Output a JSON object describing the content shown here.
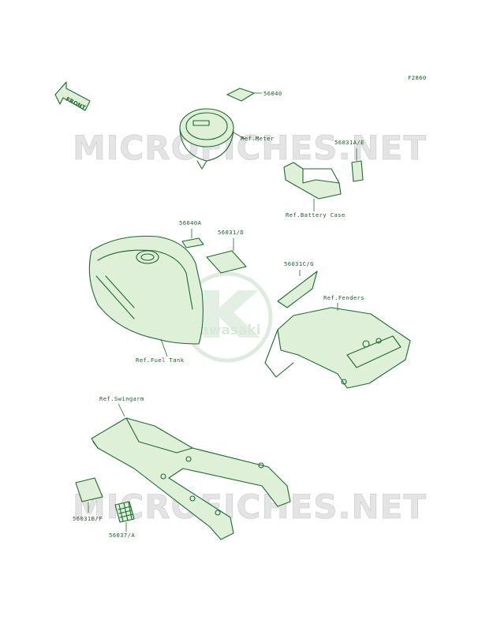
{
  "figure_code": "F2860",
  "front_label": "FRONT",
  "watermark": "MICROFICHES.NET",
  "brand": "Kawasaki",
  "parts": {
    "p56040": "56040",
    "ref_meter": "Ref.Meter",
    "p56031a_e": "56031A/E",
    "ref_battery_case": "Ref.Battery Case",
    "p56040a": "56040A",
    "p56031d": "56031/D",
    "p56031c_g": "56031C/G",
    "ref_fenders": "Ref.Fenders",
    "ref_fuel_tank": "Ref.Fuel Tank",
    "ref_swingarm": "Ref.Swingarm",
    "p56031b_f": "56031B/F",
    "p56037a": "56037/A"
  },
  "colors": {
    "line": "#1b6a2f",
    "fill": "#dff0d8",
    "watermark": "#e4e4e4"
  }
}
